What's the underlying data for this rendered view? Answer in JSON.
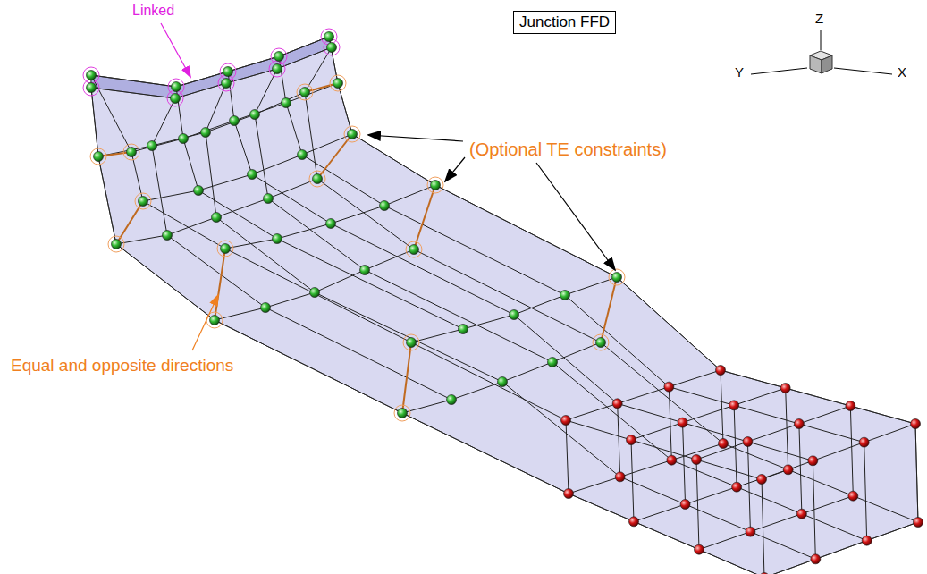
{
  "diagram": {
    "nodes": [
      {
        "text": [
          "Junction FFD"
        ]
      }
    ],
    "labels": [
      "Linked",
      "(Optional TE constraints)",
      "Equal and opposite directions",
      "Z",
      "Y",
      "X"
    ]
  }
}
